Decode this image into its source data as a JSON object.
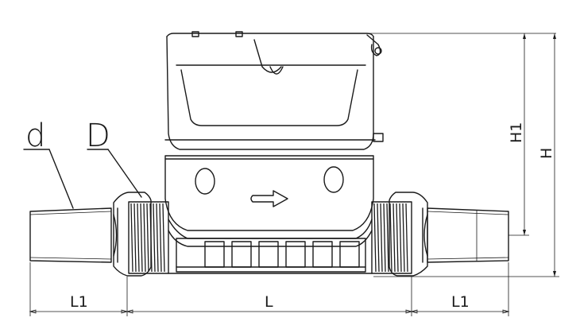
{
  "labels": {
    "d": "d",
    "D": "D",
    "L1_left": "L1",
    "L": "L",
    "L1_right": "L1",
    "H1": "H1",
    "H": "H"
  }
}
